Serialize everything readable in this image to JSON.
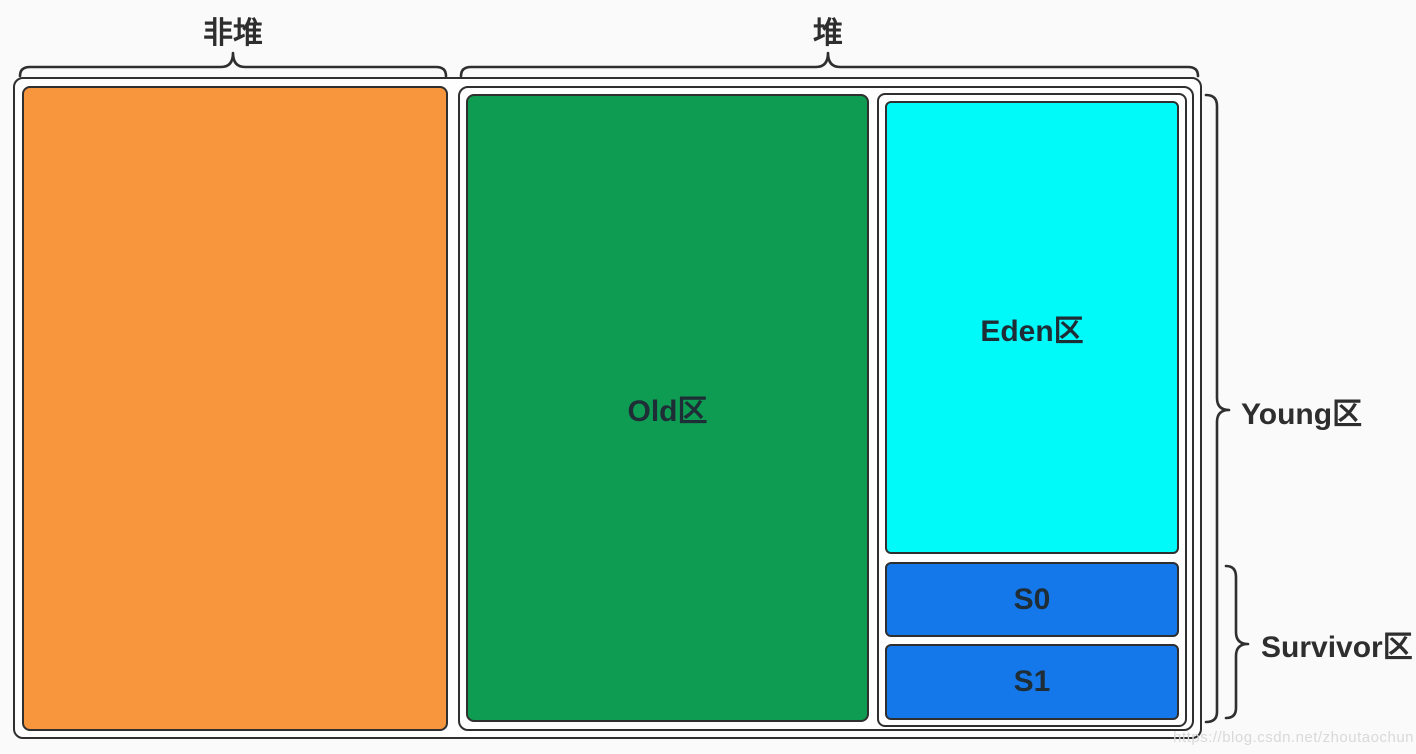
{
  "labels": {
    "non_heap": "非堆",
    "heap": "堆",
    "young": "Young区",
    "survivor": "Survivor区"
  },
  "regions": {
    "old": {
      "label": "Old区",
      "fill": "#0E9B52"
    },
    "eden": {
      "label": "Eden区",
      "fill": "#00FAFA"
    },
    "s0": {
      "label": "S0",
      "fill": "#1478EB"
    },
    "s1": {
      "label": "S1",
      "fill": "#1478EB"
    },
    "non_heap_box": {
      "fill": "#F7963C"
    }
  },
  "colors": {
    "border": "#2f2f2f",
    "label_text": "#2e2e2e",
    "box_label_text": "#1e2d36",
    "watermark_text": "#d9d9d9",
    "page_background": "#fafafa",
    "panel_background": "#fefefe"
  },
  "watermark": {
    "text": "https://blog.csdn.net/zhoutaochun"
  }
}
